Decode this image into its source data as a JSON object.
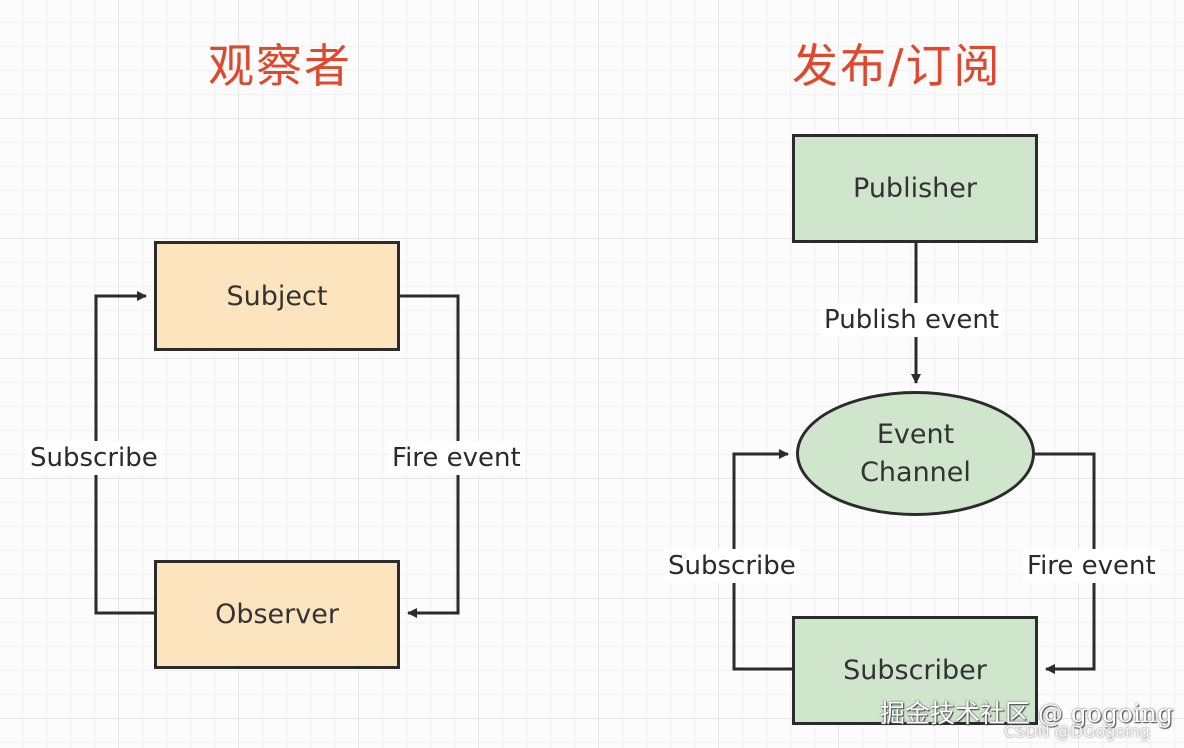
{
  "titles": {
    "observer": "观察者",
    "pubsub": "发布/订阅"
  },
  "observer_pattern": {
    "subject": "Subject",
    "observer": "Observer",
    "subscribe_label": "Subscribe",
    "fire_label": "Fire event"
  },
  "pubsub_pattern": {
    "publisher": "Publisher",
    "publish_label": "Publish event",
    "channel_line1": "Event",
    "channel_line2": "Channel",
    "subscriber": "Subscriber",
    "subscribe_label": "Subscribe",
    "fire_label": "Fire event"
  },
  "watermarks": {
    "juejin": "掘金技术社区 @ gogoing",
    "csdn": "CSDN @DGogoing"
  },
  "colors": {
    "title": "#e0482d",
    "observer_fill": "#fce4bf",
    "pubsub_fill": "#cfe6cc",
    "stroke": "#2b2b2b"
  }
}
